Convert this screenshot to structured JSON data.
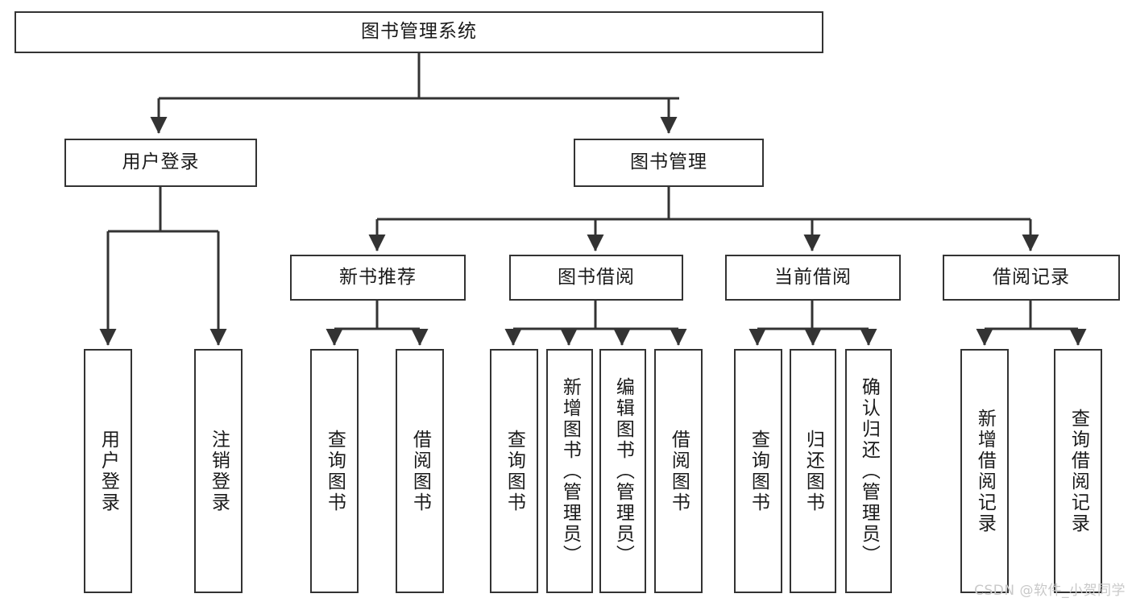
{
  "diagram": {
    "title": "图书管理系统",
    "watermark": "CSDN @软件_小贺同学",
    "line_color": "#333333",
    "box_fill": "#ffffff",
    "text_color": "#1a1a1a"
  },
  "nodes": {
    "root": {
      "label": "图书管理系统"
    },
    "level1": [
      {
        "label": "用户登录"
      },
      {
        "label": "图书管理"
      }
    ],
    "level2": [
      {
        "label": "新书推荐"
      },
      {
        "label": "图书借阅"
      },
      {
        "label": "当前借阅"
      },
      {
        "label": "借阅记录"
      }
    ],
    "leaves": {
      "user_login": [
        {
          "label": "用户登录"
        },
        {
          "label": "注销登录"
        }
      ],
      "new_book_rec": [
        {
          "label": "查询图书"
        },
        {
          "label": "借阅图书"
        }
      ],
      "book_borrow": [
        {
          "label": "查询图书"
        },
        {
          "label": "新增图书（管理员）"
        },
        {
          "label": "编辑图书（管理员）"
        },
        {
          "label": "借阅图书"
        }
      ],
      "current_borrow": [
        {
          "label": "查询图书"
        },
        {
          "label": "归还图书"
        },
        {
          "label": "确认归还（管理员）"
        }
      ],
      "borrow_record": [
        {
          "label": "新增借阅记录"
        },
        {
          "label": "查询借阅记录"
        }
      ]
    }
  }
}
